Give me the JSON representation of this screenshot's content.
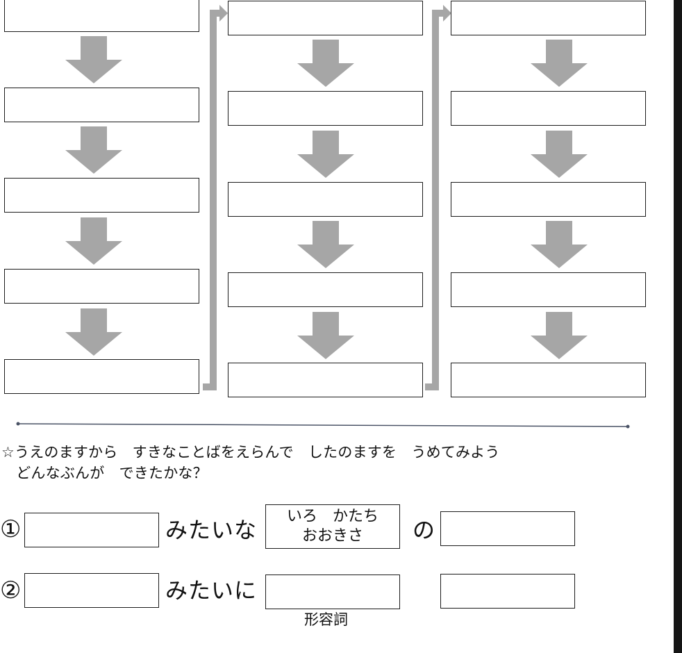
{
  "instructions": {
    "line1": "☆うえのますから　すきなことばをえらんで　したのますを　うめてみよう",
    "line2": "　どんなぶんが　できたかな？"
  },
  "sentence1": {
    "number": "①",
    "connector": "みたいな",
    "choices_line1": "いろ　かたち",
    "choices_line2": "おおきさ",
    "particle": "の"
  },
  "sentence2": {
    "number": "②",
    "connector": "みたいに",
    "blank_label": "形容詞"
  },
  "colors": {
    "arrow": "#a6a6a6",
    "border": "#1a1a1a",
    "divider": "#4a5366",
    "edge": "#151515"
  }
}
